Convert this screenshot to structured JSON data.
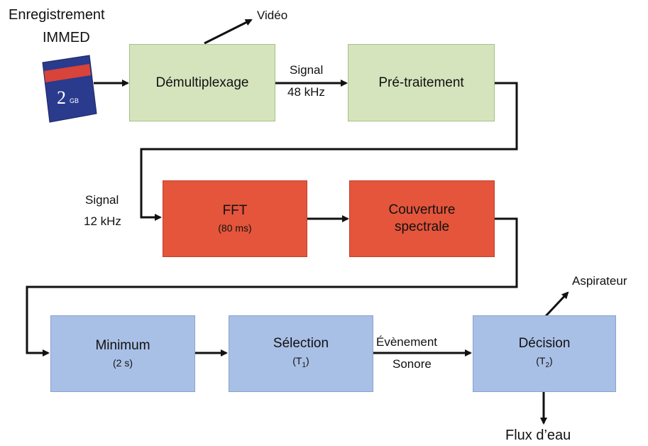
{
  "source": {
    "line1": "Enregistrement",
    "line2": "IMMED",
    "card_text": "2",
    "card_unit": "GB"
  },
  "video_label": "Vidéo",
  "boxes": {
    "demux": {
      "label": "Démultiplexage"
    },
    "pretraitement": {
      "label": "Pré-traitement"
    },
    "fft": {
      "label": "FFT",
      "sub": "(80 ms)"
    },
    "couverture": {
      "line1": "Couverture",
      "line2": "spectrale"
    },
    "minimum": {
      "label": "Minimum",
      "sub": "(2 s)"
    },
    "selection": {
      "label": "Sélection",
      "sub": "(T",
      "sub_index": "1",
      "sub_close": ")"
    },
    "decision": {
      "label": "Décision",
      "sub": "(T",
      "sub_index": "2",
      "sub_close": ")"
    }
  },
  "edges": {
    "signal_48": {
      "line1": "Signal",
      "line2": "48 kHz"
    },
    "signal_12": {
      "line1": "Signal",
      "line2": "12 kHz"
    },
    "evenement": {
      "line1": "Évènement",
      "line2": "Sonore"
    }
  },
  "outputs": {
    "aspirateur": "Aspirateur",
    "flux": "Flux d’eau"
  },
  "colors": {
    "green": "#d6e4bd",
    "red": "#e4553b",
    "blue": "#a9c0e6",
    "card": "#2a3a8c",
    "card_stripe": "#d8433a"
  }
}
